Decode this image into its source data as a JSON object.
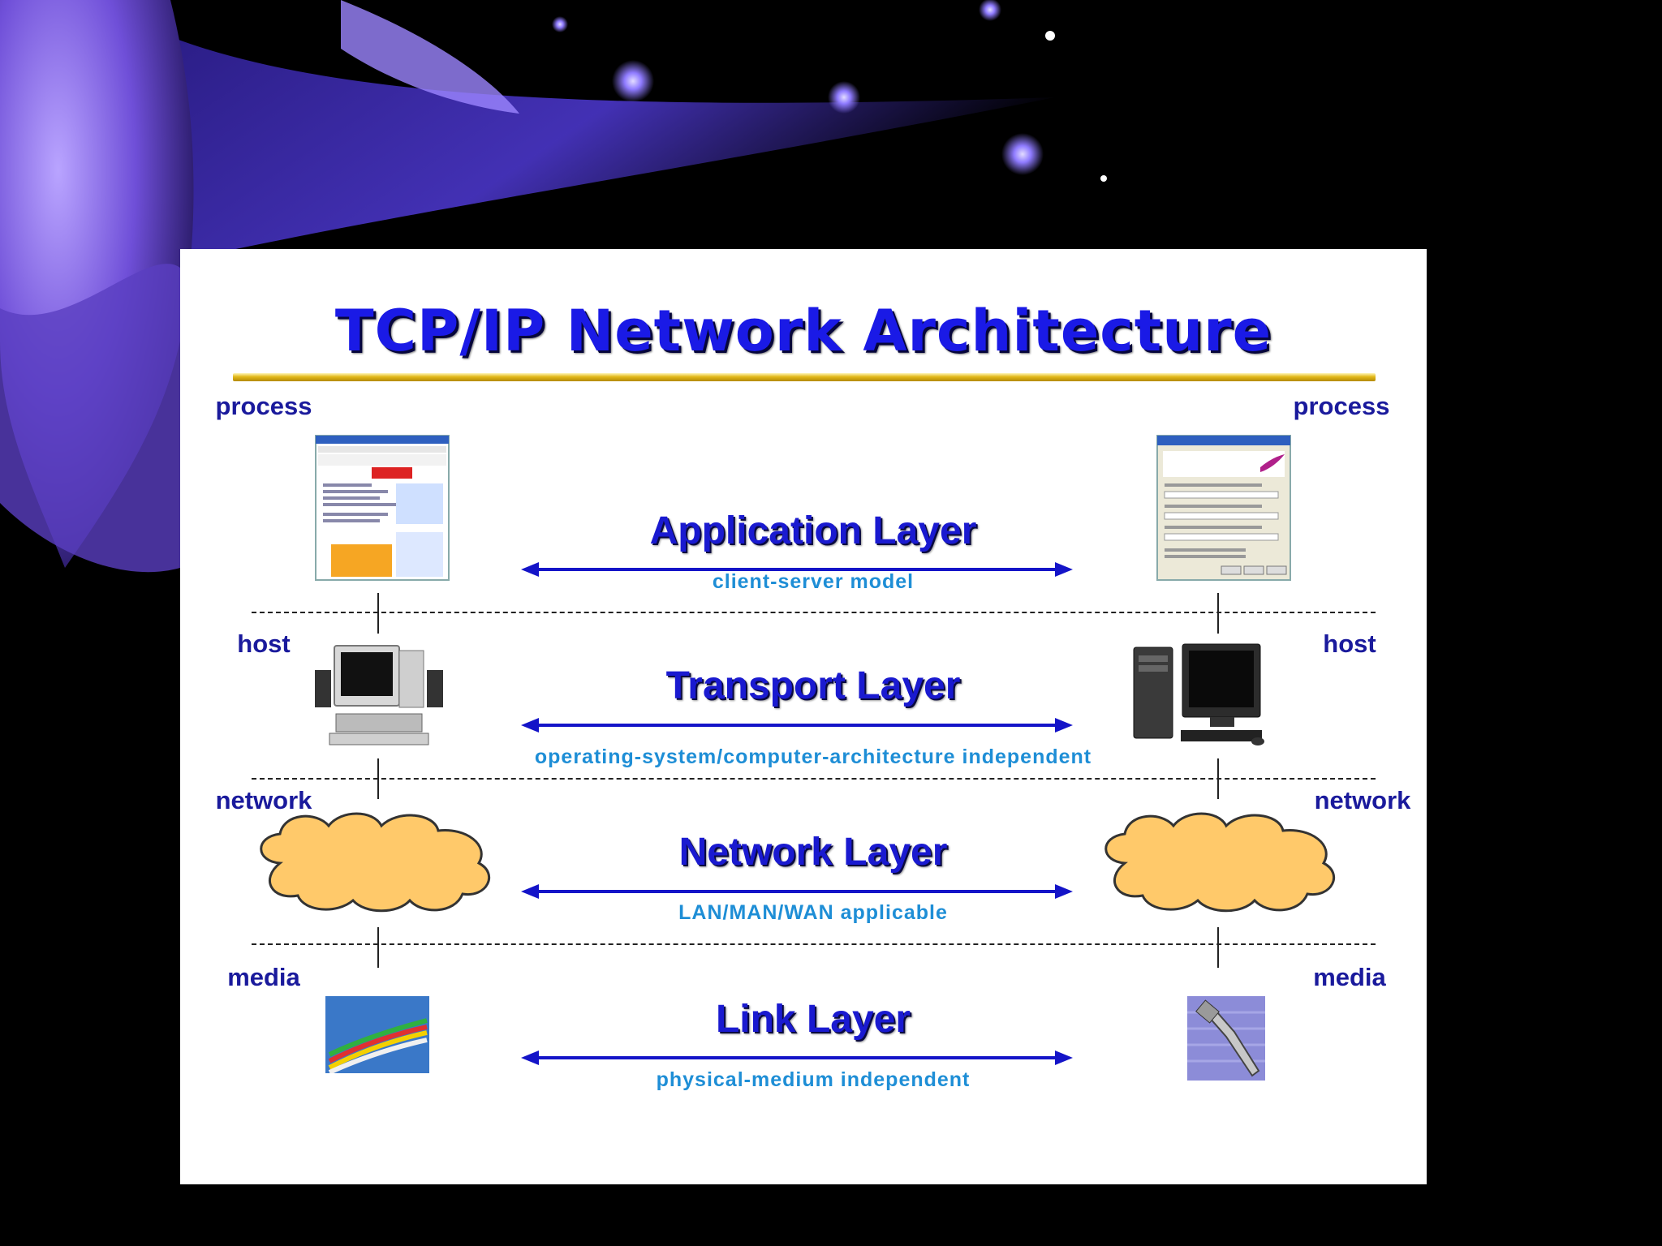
{
  "slide": {
    "title": "TCP/IP Network Architecture"
  },
  "layers": [
    {
      "name": "Application Layer",
      "description": "client-server model",
      "left_label": "process",
      "right_label": "process"
    },
    {
      "name": "Transport Layer",
      "description": "operating-system/computer-architecture independent",
      "left_label": "host",
      "right_label": "host"
    },
    {
      "name": "Network Layer",
      "description": "LAN/MAN/WAN applicable",
      "left_label": "network",
      "right_label": "network"
    },
    {
      "name": "Link Layer",
      "description": "physical-medium independent",
      "left_label": "media",
      "right_label": "media"
    }
  ],
  "icons": {
    "left": [
      "browser-window-icon",
      "desktop-computer-icon",
      "network-cloud-icon",
      "cable-wires-icon"
    ],
    "right": [
      "dialog-window-icon",
      "tower-computer-icon",
      "network-cloud-icon",
      "connector-plug-icon"
    ]
  },
  "colors": {
    "title": "#1a1ae6",
    "layer_name": "#1a1ad0",
    "description": "#1e8ed6",
    "side_label": "#1a1a9c",
    "arrow": "#1414c8",
    "cloud_fill": "#ffc96a",
    "rule_gold": "#e2b818"
  }
}
